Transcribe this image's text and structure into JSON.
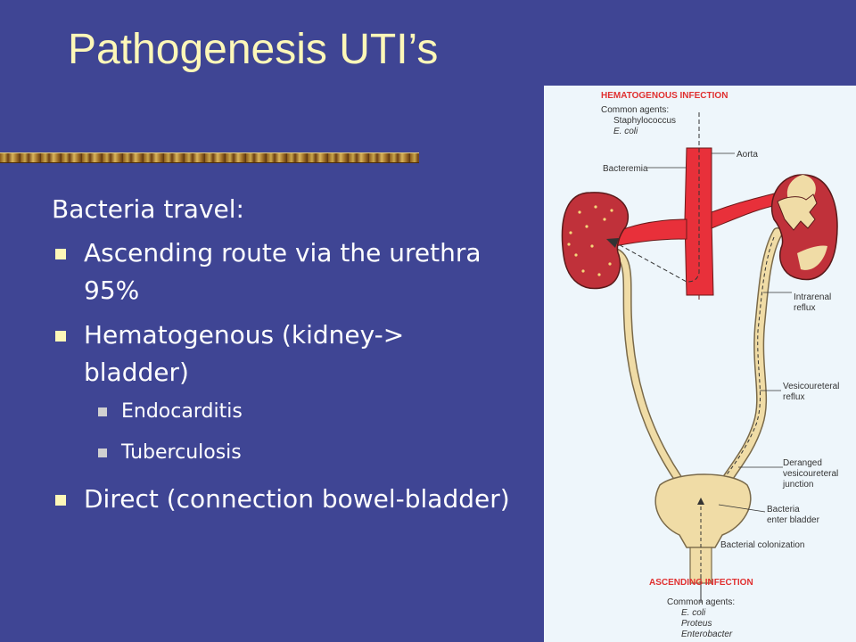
{
  "slide": {
    "title": "Pathogenesis UTI’s",
    "intro": "Bacteria travel:",
    "bullets": [
      {
        "text": "Ascending route via the urethra 95%"
      },
      {
        "text": "Hematogenous (kidney-> bladder)",
        "sub": [
          "Endocarditis",
          "Tuberculosis"
        ]
      },
      {
        "text": "Direct (connection bowel-bladder)"
      }
    ]
  },
  "figure": {
    "heading_top": "HEMATOGENOUS INFECTION",
    "agents_top": [
      "Common agents:",
      "Staphylococcus",
      "E. coli"
    ],
    "aorta": "Aorta",
    "bacteremia": "Bacteremia",
    "intrarenal": [
      "Intrarenal",
      "reflux"
    ],
    "vesicoureteral": [
      "Vesicoureteral",
      "reflux"
    ],
    "deranged": [
      "Deranged",
      "vesicoureteral",
      "junction"
    ],
    "enter": [
      "Bacteria",
      "enter bladder"
    ],
    "colonization": "Bacterial colonization",
    "heading_bottom": "ASCENDING INFECTION",
    "agents_bottom": [
      "Common agents:",
      "E. coli",
      "Proteus",
      "Enterobacter"
    ]
  },
  "colors": {
    "background": "#3f4594",
    "title": "#fdf7b8",
    "artery": "#e8303a",
    "ureter": "#f0dca6",
    "heading": "#e03030"
  }
}
